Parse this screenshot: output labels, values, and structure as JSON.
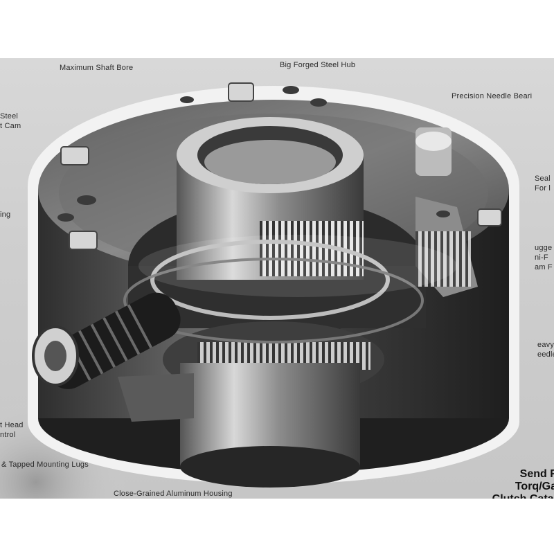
{
  "callouts": {
    "shaft_bore": "Maximum Shaft Bore",
    "hub": "Big Forged Steel Hub",
    "needle": "Precision Needle Beari",
    "steel": "Steel",
    "cam": "t Cam",
    "ing": "ing",
    "seal": "Seal",
    "for": "For l",
    "rugged": "ugge",
    "hifrict": "ni-F",
    "camf": "am F",
    "heavy": "eavy-",
    "needle2": "eedle",
    "head": "t Head",
    "control": "ntrol",
    "lugs": "& Tapped Mounting Lugs",
    "housing": "Close-Grained Aluminum Housing"
  },
  "send": {
    "line1": "Send F",
    "line2": "Torq/Ga",
    "line3": "Clutch Catal"
  }
}
